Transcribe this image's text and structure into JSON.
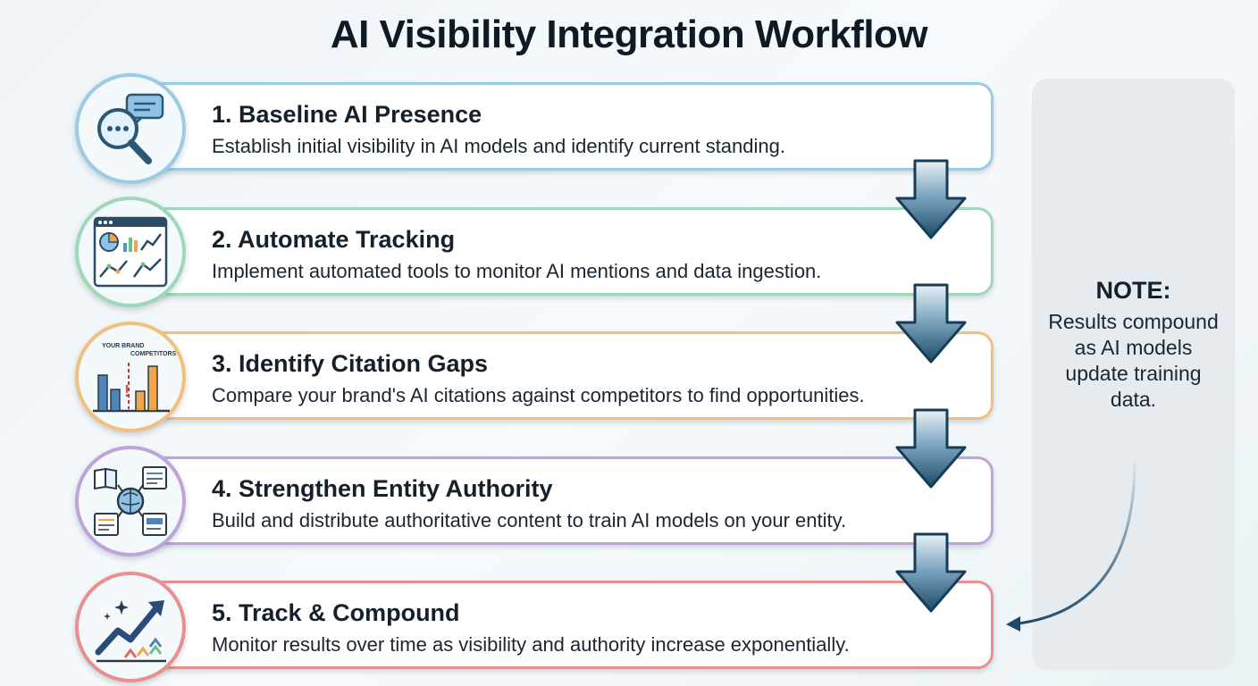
{
  "title": "AI Visibility Integration Workflow",
  "steps": [
    {
      "title": "1. Baseline AI Presence",
      "description": "Establish initial visibility in AI models and identify current standing.",
      "color": "#9ccbe6",
      "icon": "magnifier-chat-icon"
    },
    {
      "title": "2. Automate Tracking",
      "description": "Implement automated tools to monitor AI mentions and data ingestion.",
      "color": "#9fd8b8",
      "icon": "dashboard-charts-icon"
    },
    {
      "title": "3. Identify Citation Gaps",
      "description": "Compare your brand's AI citations against competitors to find opportunities.",
      "color": "#f2c07e",
      "icon": "bar-comparison-icon",
      "icon_labels": {
        "left": "YOUR BRAND",
        "right": "COMPETITORS"
      }
    },
    {
      "title": "4. Strengthen Entity Authority",
      "description": "Build and distribute authoritative content to train AI models on your entity.",
      "color": "#bfa4dc",
      "icon": "brain-network-icon"
    },
    {
      "title": "5. Track & Compound",
      "description": "Monitor results over time as visibility and authority increase exponentially.",
      "color": "#e89090",
      "icon": "growth-arrow-icon"
    }
  ],
  "note": {
    "label": "NOTE:",
    "text": "Results compound as AI models update training data."
  }
}
